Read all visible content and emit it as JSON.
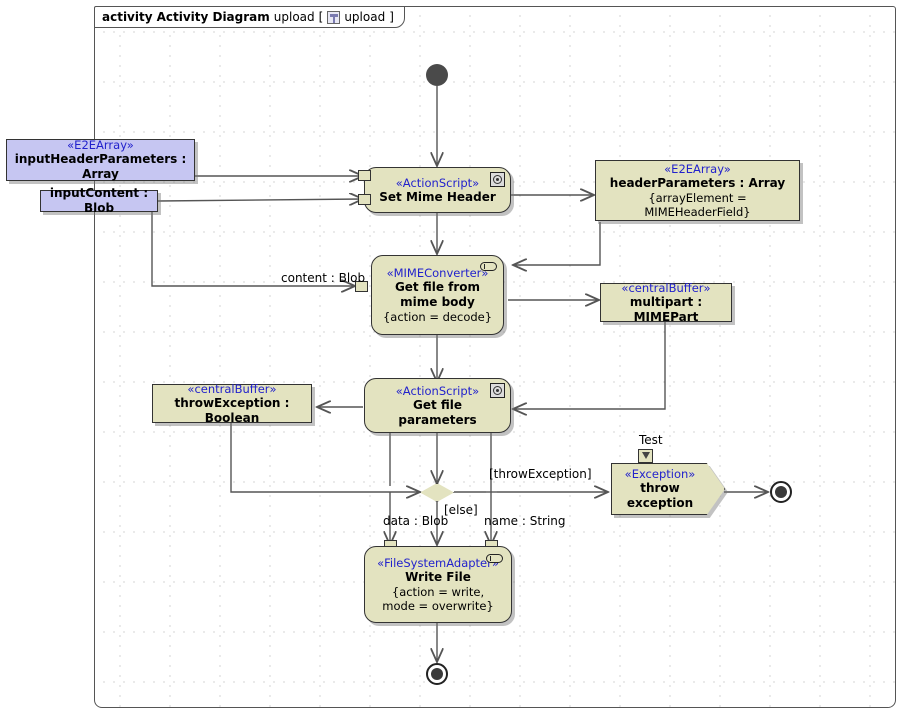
{
  "frame": {
    "keyword": "activity",
    "diagram_type": "Activity Diagram",
    "name": "upload",
    "param_open": "[",
    "param_name": "upload",
    "param_close": "]",
    "icon": "activity-parameter-icon"
  },
  "colors": {
    "object_node_fill": "#c6c6f2",
    "action_node_fill": "#e3e3c0",
    "stereotype_text": "#2222cc",
    "border": "#333333",
    "canvas": "#ffffff"
  },
  "nodes": {
    "initial": {
      "name": "initial-node"
    },
    "input_header": {
      "stereotype": "«E2EArray»",
      "label": "inputHeaderParameters : Array"
    },
    "input_content": {
      "label": "inputContent : Blob"
    },
    "set_mime_header": {
      "stereotype": "«ActionScript»",
      "label": "Set Mime Header",
      "icon": "script-icon"
    },
    "header_parameters": {
      "stereotype": "«E2EArray»",
      "label": "headerParameters : Array",
      "property": "{arrayElement = MIMEHeaderField}"
    },
    "get_file_from_mime": {
      "stereotype": "«MIMEConverter»",
      "label_line1": "Get file from",
      "label_line2": "mime body",
      "property": "{action = decode}",
      "icon": "component-icon"
    },
    "multipart": {
      "stereotype": "«centralBuffer»",
      "label": "multipart : MIMEPart"
    },
    "throw_exception_buffer": {
      "stereotype": "«centralBuffer»",
      "label": "throwException : Boolean"
    },
    "get_file_parameters": {
      "stereotype": "«ActionScript»",
      "label_line1": "Get file",
      "label_line2": "parameters",
      "icon": "script-icon"
    },
    "decision": {
      "name": "decision-node"
    },
    "exception": {
      "stereotype": "«Exception»",
      "label_line1": "throw",
      "label_line2": "exception",
      "pin_label": "Test"
    },
    "write_file": {
      "stereotype": "«FileSystemAdapter»",
      "label": "Write File",
      "property_line1": "{action = write,",
      "property_line2": "mode = overwrite}",
      "icon": "component-icon"
    },
    "final_main": {
      "name": "activity-final-node"
    },
    "final_exception": {
      "name": "activity-final-node"
    }
  },
  "edge_labels": {
    "content_blob": "content : Blob",
    "throw_exception_guard": "[throwException]",
    "else_guard": "[else]",
    "data_blob": "data : Blob",
    "name_string": "name : String"
  }
}
